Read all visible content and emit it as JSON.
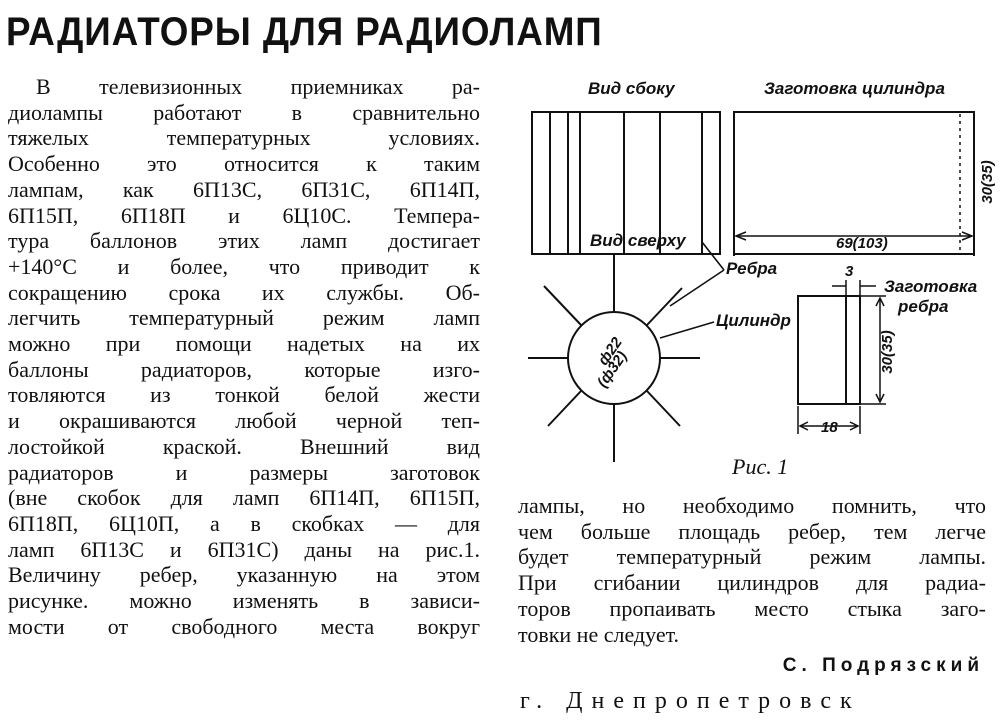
{
  "article": {
    "title": "РАДИАТОРЫ ДЛЯ РАДИОЛАМП",
    "left_column": [
      "В телевизионных приемниках ра-",
      "диолампы работают в сравнительно",
      "тяжелых температурных условиях.",
      "Особенно это относится к таким",
      "лампам, как 6П13С, 6П31С, 6П14П,",
      "6П15П, 6П18П и 6Ц10С. Темпера-",
      "тура баллонов этих ламп достигает",
      "+140°С и более, что приводит к",
      "сокращению срока их службы. Об-",
      "легчить температурный режим ламп",
      "можно при помощи надетых на их",
      "баллоны радиаторов, которые изго-",
      "товляются из тонкой белой жести",
      "и окрашиваются любой черной теп-",
      "лостойкой краской. Внешний вид",
      "радиаторов и размеры заготовок",
      "(вне скобок для ламп 6П14П, 6П15П,",
      "6П18П, 6Ц10П, а в скобках — для",
      "ламп 6П13С и 6П31С) даны на рис.1.",
      "Величину ребер, указанную на этом",
      "рисунке. можно изменять в зависи-",
      "мости от свободного места вокруг"
    ],
    "right_column": [
      "лампы, но необходимо помнить, что",
      "чем больше площадь ребер, тем легче",
      "будет температурный режим лампы.",
      "При сгибании цилиндров для радиа-",
      "торов пропаивать место стыка заго-",
      "товки не следует."
    ],
    "author": "С. Подрязский",
    "city": "г. Днепропетровск"
  },
  "figure": {
    "caption": "Рис. 1",
    "labels": {
      "side_view": "Вид сбоку",
      "cylinder_blank": "Заготовка цилиндра",
      "top_view": "Вид сверху",
      "ribs": "Ребра",
      "cylinder": "Цилиндр",
      "rib_blank_line1": "Заготовка",
      "rib_blank_line2": "ребра"
    },
    "dimensions": {
      "cylinder_height": "30(35)",
      "cylinder_length": "69(103)",
      "rib_thickness": "3",
      "rib_height": "30(35)",
      "rib_width": "18",
      "diameter_line1": "ф22",
      "diameter_line2": "(ф32)"
    }
  }
}
